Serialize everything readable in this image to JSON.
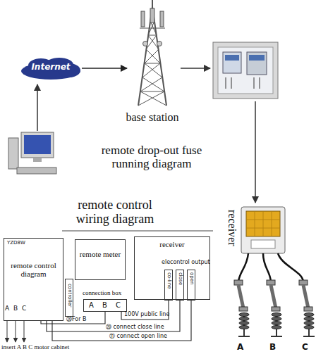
{
  "diagram": {
    "nodes": [
      {
        "text": [
          "Internet"
        ]
      },
      {
        "text": [
          "base station"
        ]
      },
      {
        "text": [
          "receiver"
        ]
      },
      {
        "text": [
          "YZD8W",
          "remote control diagram"
        ]
      },
      {
        "text": [
          "remote meter"
        ]
      },
      {
        "text": [
          "connection box"
        ]
      },
      {
        "text": [
          "receiver",
          "elecontrol output"
        ]
      },
      {
        "text": [
          "co-line"
        ],
        "in": 6
      },
      {
        "text": [
          "close"
        ],
        "in": 6
      },
      {
        "text": [
          "open"
        ],
        "in": 6
      },
      {
        "text": [
          "controller"
        ]
      }
    ],
    "edges": [
      {
        "from": 0,
        "to": 1,
        "arrow": "to"
      },
      {
        "from": 5,
        "to": 3,
        "label": "⑳For B",
        "arrow": "none"
      },
      {
        "from": 8,
        "to": 3,
        "label": "⑳ connect close line",
        "arrow": "none"
      },
      {
        "from": 9,
        "to": 3,
        "label": "⑪ connect open line",
        "arrow": "none"
      },
      {
        "from": 7,
        "to": 5,
        "label": "100V public line",
        "arrow": "none"
      }
    ],
    "labels": [
      "remote drop-out fuse running diagram",
      "remote control wiring diagram",
      "A",
      "B",
      "C",
      "A",
      "B",
      "C",
      "insert A B C motor cabinet",
      "A",
      "B",
      "C"
    ]
  }
}
